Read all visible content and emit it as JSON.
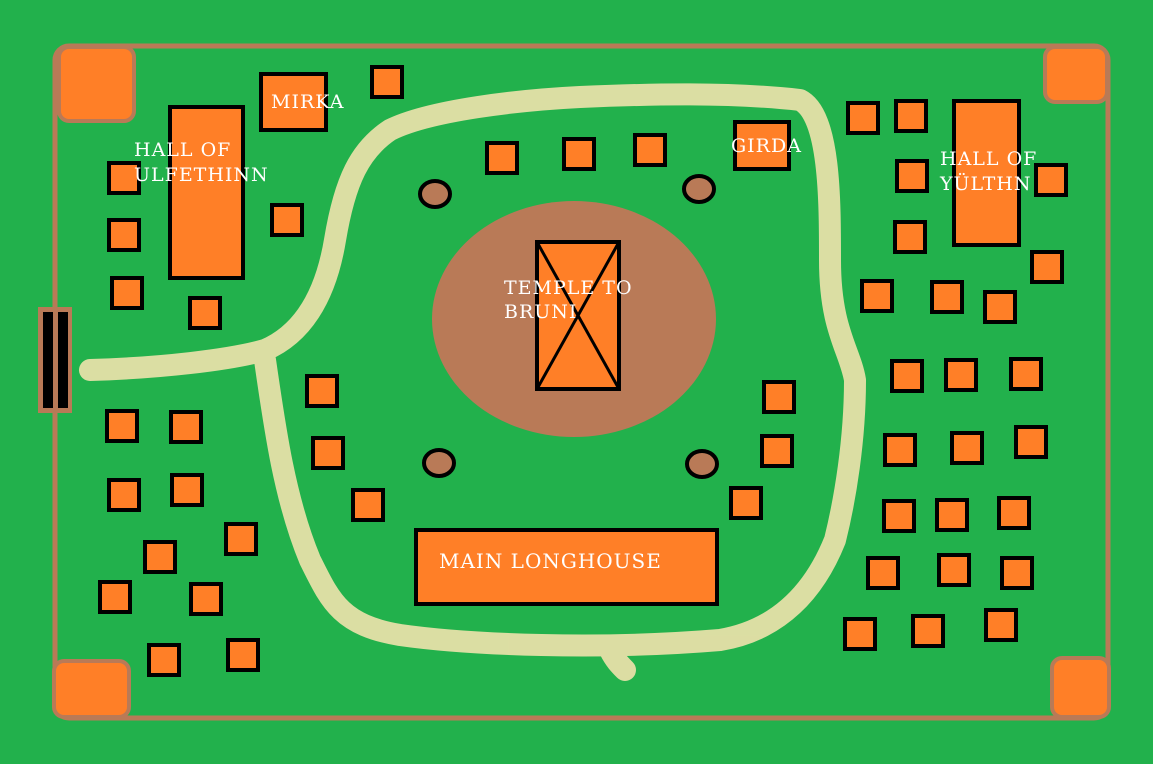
{
  "map": {
    "labels": {
      "hall_ulfethinn_1": "HALL OF",
      "hall_ulfethinn_2": "ULFETHINN",
      "mirka": "MIRKA",
      "girda": "GIRDA",
      "hall_yulthn_1": "HALL OF",
      "hall_yulthn_2": "YÜLTHN",
      "temple_1": "TEMPLE TO",
      "temple_2": "BRUNI",
      "main_longhouse": "MAIN LONGHOUSE"
    },
    "colors": {
      "grass": "#22b14c",
      "building": "#ff7f27",
      "wall": "#b97a57",
      "path": "#efe4b0",
      "outline": "#000000"
    }
  }
}
